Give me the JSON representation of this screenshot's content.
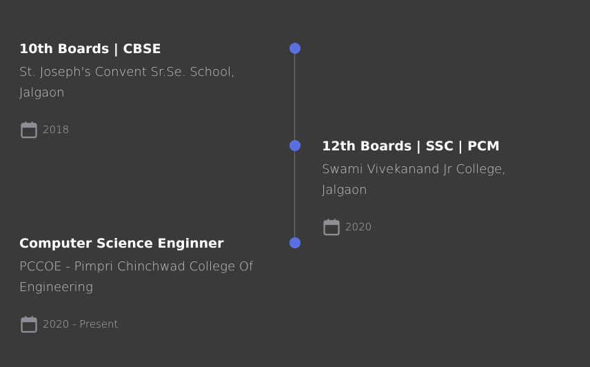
{
  "timeline": {
    "entries": [
      {
        "title": "10th Boards | CBSE",
        "org": "St. Joseph's Convent Sr.Se. School, Jalgaon",
        "date": "2018",
        "side": "left"
      },
      {
        "title": "12th Boards | SSC | PCM",
        "org": "Swami Vivekanand Jr College, Jalgaon",
        "date": "2020",
        "side": "right"
      },
      {
        "title": "Computer Science Enginner",
        "org": "PCCOE - Pimpri Chinchwad College Of Engineering",
        "date": "2020 - Present",
        "side": "left"
      }
    ],
    "icon": "calendar-icon"
  },
  "colors": {
    "background": "#3a3a3a",
    "accent": "#5a6fe0",
    "line": "#6f7690",
    "title": "#ffffff",
    "text": "#c6c6c6",
    "muted": "#b0b0b0",
    "icon": "#8e8e95"
  }
}
